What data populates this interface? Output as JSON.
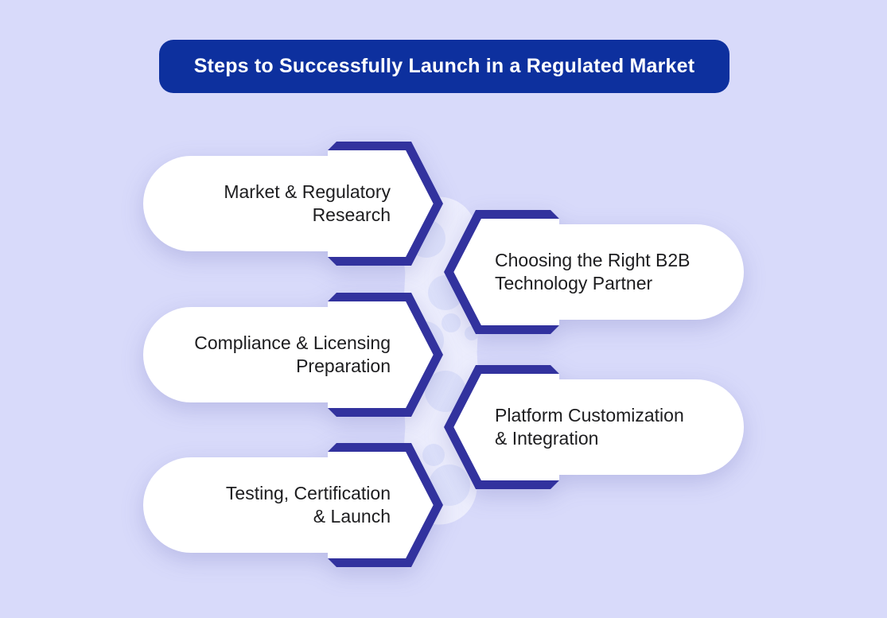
{
  "title": "Steps to Successfully Launch in a Regulated Market",
  "steps": [
    {
      "line1": "Market & Regulatory",
      "line2": "Research",
      "side": "left"
    },
    {
      "line1": "Choosing the Right B2B",
      "line2": "Technology Partner",
      "side": "right"
    },
    {
      "line1": "Compliance & Licensing",
      "line2": "Preparation",
      "side": "left"
    },
    {
      "line1": "Platform Customization",
      "line2": "& Integration",
      "side": "right"
    },
    {
      "line1": "Testing, Certification",
      "line2": "& Launch",
      "side": "left"
    }
  ],
  "colors": {
    "background": "#d8dafa",
    "banner_blue": "#0d309e",
    "arrow_outline_indigo": "#32329e",
    "card_fill": "#ffffff",
    "label_text": "#1d1d1f",
    "title_text": "#ffffff",
    "connector_band": "#edeefd",
    "connector_dots": "#dde1fa"
  }
}
